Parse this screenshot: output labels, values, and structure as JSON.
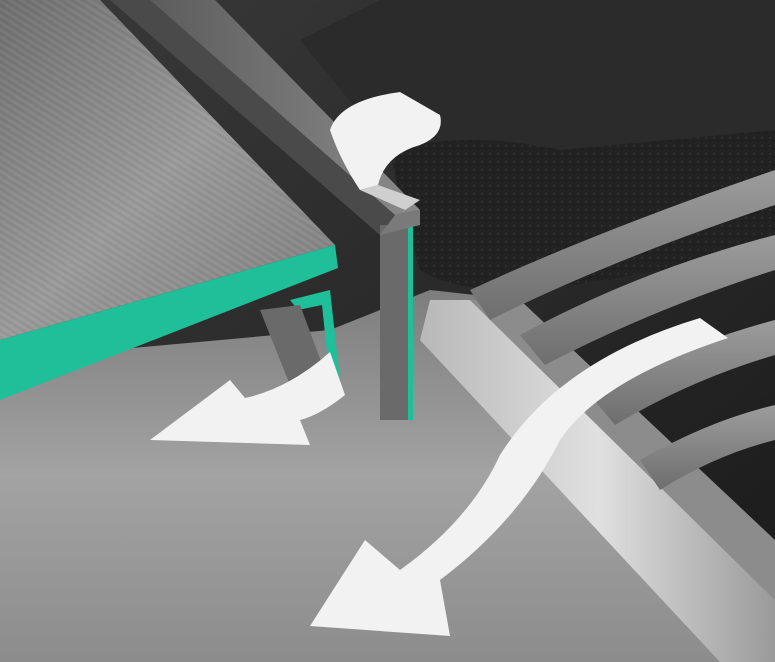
{
  "diagram": {
    "colors": {
      "background_dark": "#1f1f1f",
      "floor_grey": "#9a9a9a",
      "brushed_metal": "#8f8f8f",
      "edge_accent": "#1fbf9a",
      "arrow_white": "#f2f2f2",
      "foam_grey": "#8a8a8a"
    },
    "parts": [
      {
        "name": "brushed-metal-panel",
        "icon": "panel-icon"
      },
      {
        "name": "vertical-channel-frame",
        "icon": "frame-icon"
      },
      {
        "name": "clip-bracket",
        "icon": "clip-icon"
      },
      {
        "name": "dark-textured-seal",
        "icon": "seal-icon"
      },
      {
        "name": "foam-gasket-strips",
        "icon": "gasket-icon"
      },
      {
        "name": "drainage-flow-arrows",
        "icon": "arrow-icon"
      }
    ]
  }
}
